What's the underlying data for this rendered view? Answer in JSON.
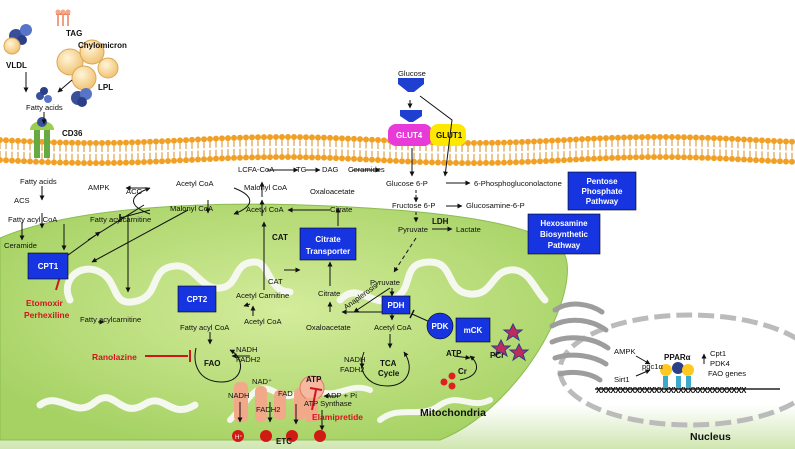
{
  "labels": {
    "tag": "TAG",
    "chylomicron": "Chylomicron",
    "vldl": "VLDL",
    "lpl": "LPL",
    "fatty_acids_top": "Fatty acids",
    "cd36": "CD36",
    "fatty_acids_in": "Fatty acids",
    "acs": "ACS",
    "fatty_acyl_coa": "Fatty acyl CoA",
    "ceramide": "Ceramide",
    "ampk_left": "AMPK",
    "acc": "ACC",
    "acetyl_coa_left": "Acetyl CoA",
    "malonyl_coa_left": "Malonyl CoA",
    "fatty_acylcarnitine": "Fatty acylcarnitine",
    "lcfa_coa": "LCFA-CoA",
    "tg": "TG",
    "dag": "DAG",
    "ceramides": "Ceramides",
    "malonyl_coa_mid": "Malonyl CoA",
    "oxaloacetate_mid": "Oxaloacetate",
    "acetyl_coa_mid": "Acetyl CoA",
    "citrate_mid": "Citrate",
    "cat": "CAT",
    "cat_inner": "CAT",
    "glucose": "Glucose",
    "glut4": "GLUT4",
    "glut1": "GLUT1",
    "glucose_6p": "Glucose 6-P",
    "phosphogluconolactone": "6-Phosphogluconolactone",
    "fructose_6p": "Fructose 6-P",
    "glucosamine_6p": "Glucosamine-6-P",
    "ldh": "LDH",
    "pyruvate_cyto": "Pyruvate",
    "lactate": "Lactate",
    "pyruvate_mito": "Pyruvate",
    "anaplerosis": "Anaplerosis",
    "fatty_acylcarnitine_mito": "Fatty acylcarnitine",
    "fatty_acyl_coa_mito": "Fatty acyl CoA",
    "acetyl_carnitine": "Acetyl Carnitine",
    "acetyl_coa_mito": "Acetyl CoA",
    "citrate_mito": "Citrate",
    "oxaloacetate_mito": "Oxaloacetate",
    "acetyl_coa_pdh": "Acetyl CoA",
    "fao": "FAO",
    "nadh_fao": "NADH",
    "fadh2_fao": "FADH2",
    "tca": "TCA",
    "cycle": "Cycle",
    "nadh_tca": "NADH",
    "fadh2_tca": "FADH2",
    "atp": "ATP",
    "cr": "Cr",
    "pcr": "PCr",
    "atp_synth": "ATP",
    "adp_pi": "ADP + Pi",
    "atp_synthase": "ATP Synthase",
    "nadh_etc": "NADH",
    "nad_plus": "NAD⁺",
    "fad": "FAD",
    "fadh2_etc": "FADH2",
    "etc": "ETC",
    "h_plus": "H⁺",
    "mitochondria": "Mitochondria",
    "ampk_nuc": "AMPK",
    "sirt1": "Sirt1",
    "pgc1a": "pgc1α",
    "ppara": "PPARα",
    "cpt1_gene": "Cpt1",
    "pdk4_gene": "PDK4",
    "fao_genes": "FAO genes",
    "nucleus": "Nucleus"
  },
  "boxes": {
    "cpt1": "CPT1",
    "cpt2": "CPT2",
    "citrate_transporter_1": "Citrate",
    "citrate_transporter_2": "Transporter",
    "pdh": "PDH",
    "pdk": "PDK",
    "mck": "mCK",
    "ppp_1": "Pentose",
    "ppp_2": "Phosphate",
    "ppp_3": "Pathway",
    "hbp_1": "Hexosamine",
    "hbp_2": "Biosynthetic",
    "hbp_3": "Pathway"
  },
  "drugs": {
    "etomoxir": "Etomoxir",
    "perhexiline": "Perhexiline",
    "ranolazine": "Ranolazine",
    "elamipretide": "Elamipretide"
  },
  "colors": {
    "box_blue": "#1634e0",
    "membrane_orange": "#f0a024",
    "mito_green": "#b8dc78",
    "inhibitor_red": "#d0161c",
    "glut4_pink": "#e83ad8",
    "glut1_yellow": "#ffe800"
  }
}
